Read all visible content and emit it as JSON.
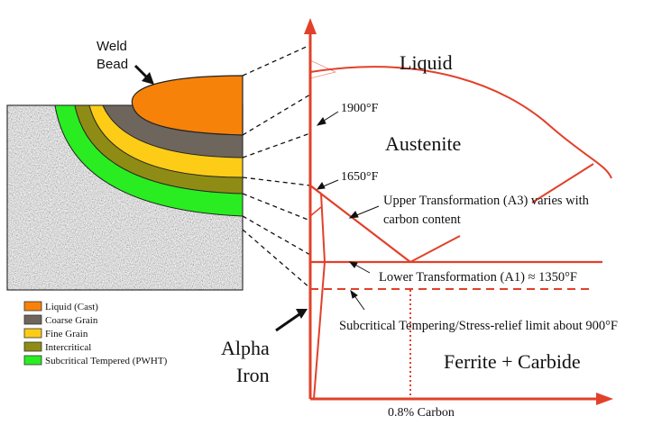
{
  "weld": {
    "label_line1": "Weld",
    "label_line2": "Bead"
  },
  "legend": {
    "items": [
      {
        "label": "Liquid (Cast)",
        "color": "#f7820a"
      },
      {
        "label": "Coarse Grain",
        "color": "#6e665c"
      },
      {
        "label": "Fine Grain",
        "color": "#fdcc17"
      },
      {
        "label": "Intercritical",
        "color": "#8e8c14"
      },
      {
        "label": "Subcritical Tempered (PWHT)",
        "color": "#29ed21"
      }
    ]
  },
  "diagram": {
    "accent_color": "#e2402a",
    "liquid_label": "Liquid",
    "austenite_label": "Austenite",
    "temp_1900": "1900°F",
    "temp_1650": "1650°F",
    "upper_transformation_line1": "Upper Transformation (A3) varies with",
    "upper_transformation_line2": "carbon content",
    "lower_transformation": "Lower Transformation (A1) ≈ 1350°F",
    "subcritical_note": "Subcritical Tempering/Stress-relief limit about 900°F",
    "alpha_line1": "Alpha",
    "alpha_line2": "Iron",
    "ferrite_label": "Ferrite + Carbide",
    "carbon_label": "0.8% Carbon"
  }
}
